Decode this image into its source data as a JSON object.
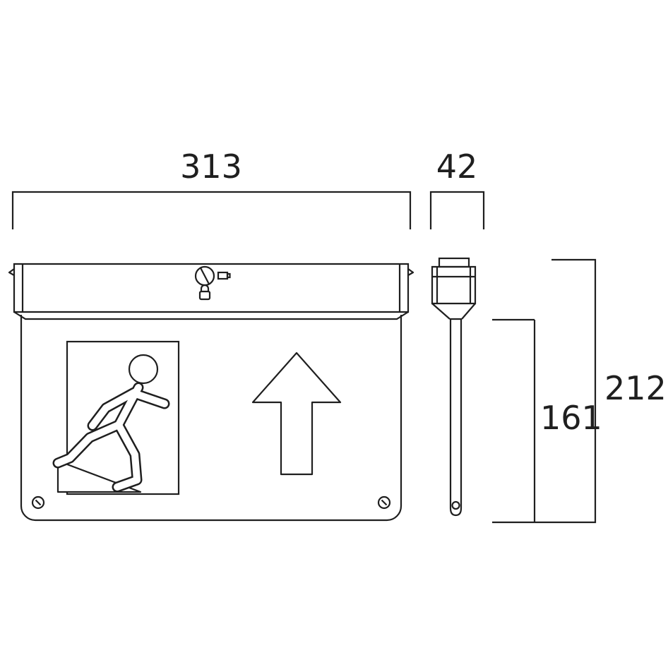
{
  "drawing": {
    "kind": "technical dimension drawing",
    "subject": "suspended emergency exit sign with running-man pictogram and up arrow, front and side views"
  },
  "dims": {
    "front_width": "313",
    "side_depth": "42",
    "overall_height": "212",
    "panel_height": "161"
  },
  "colors": {
    "line": "#1f1f1f",
    "background": "#ffffff"
  },
  "icons": [
    "running-man-icon",
    "up-arrow-icon",
    "screw-head-icon",
    "padlock-icon",
    "indicator-icon",
    "corner-screw-icon"
  ]
}
